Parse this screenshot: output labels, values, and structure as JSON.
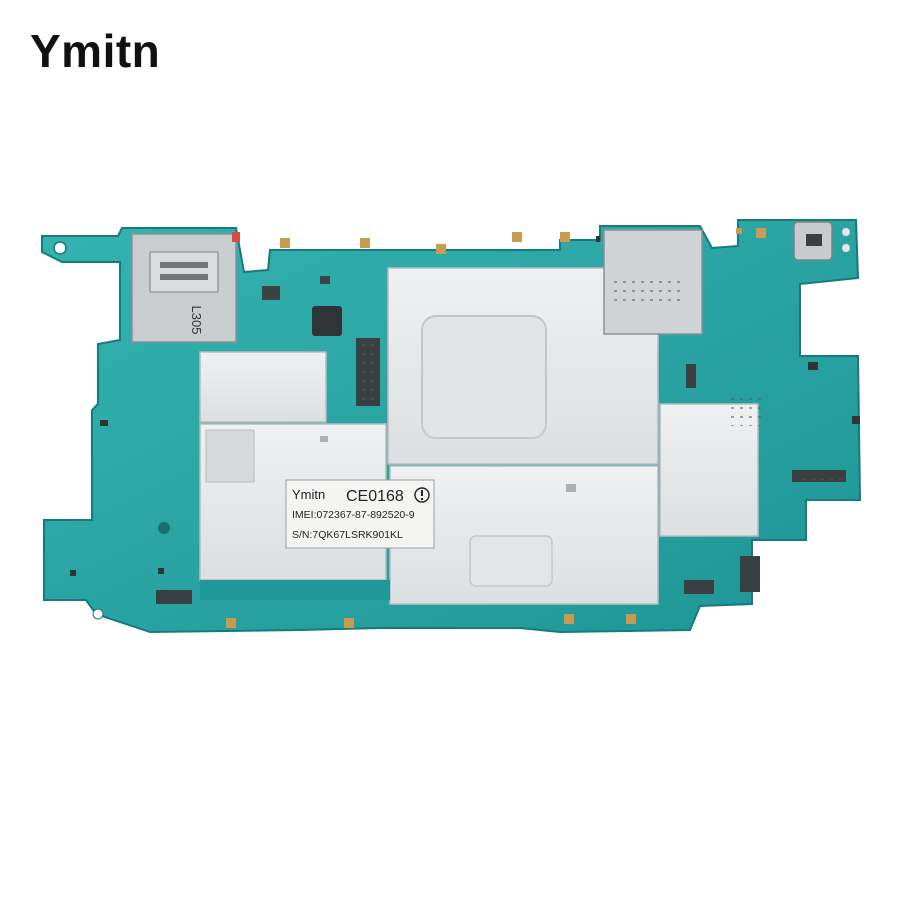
{
  "watermark": {
    "brand": "Ymitn"
  },
  "sticker": {
    "brand": "Ymitn",
    "cert": "CE0168",
    "imei": "IMEI:072367-87-892520-9",
    "sn": "S/N:7QK67LSRK901KL"
  },
  "silkscreen": {
    "sim_tray_mark": "L305"
  },
  "colors": {
    "pcb": "#2aa5a3",
    "pcb_dark": "#1b8a8b",
    "shield": "#e6e8ea",
    "shield_edge": "#b7bcc0",
    "gold": "#c99a52"
  }
}
